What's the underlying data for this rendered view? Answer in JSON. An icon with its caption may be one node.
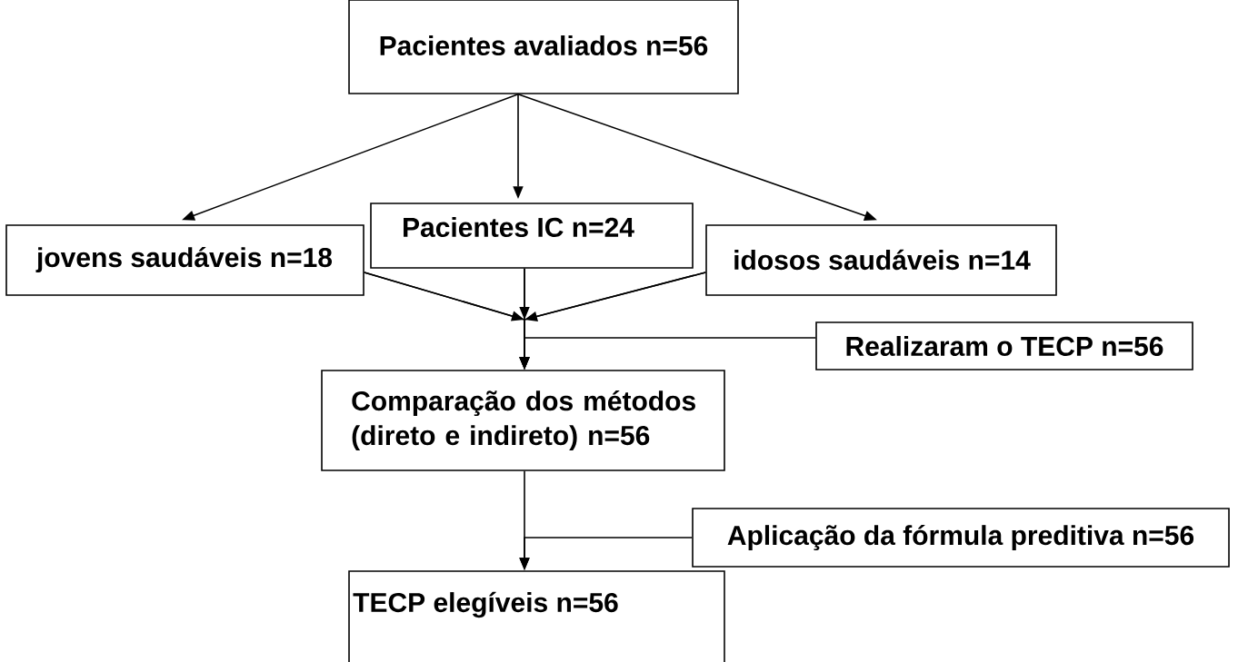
{
  "diagram": {
    "nodes": [
      {
        "text": [
          "Pacientes avaliados n=56"
        ]
      },
      {
        "text": [
          "jovens saudáveis n=18"
        ]
      },
      {
        "text": [
          "Pacientes IC n=24"
        ]
      },
      {
        "text": [
          "idosos saudáveis n=14"
        ]
      },
      {
        "text": [
          "Realizaram o TECP n=56"
        ]
      },
      {
        "text": [
          "Comparação dos métodos (direto e indireto) n=56"
        ]
      },
      {
        "text": [
          "Aplicação da fórmula preditiva n=56"
        ]
      },
      {
        "text": [
          "TECP elegíveis n=56"
        ]
      }
    ],
    "edges": [
      {
        "from": 0,
        "to": 1,
        "arrow": "to"
      },
      {
        "from": 0,
        "to": 2,
        "arrow": "to"
      },
      {
        "from": 0,
        "to": 3,
        "arrow": "to"
      },
      {
        "from": 1,
        "to": 5,
        "arrow": "to"
      },
      {
        "from": 2,
        "to": 5,
        "arrow": "to"
      },
      {
        "from": 3,
        "to": 5,
        "arrow": "to"
      },
      {
        "from": 4,
        "to": 5,
        "arrow": "to"
      },
      {
        "from": 5,
        "to": 7,
        "arrow": "to"
      },
      {
        "from": 6,
        "to": 7,
        "arrow": "to"
      }
    ]
  }
}
